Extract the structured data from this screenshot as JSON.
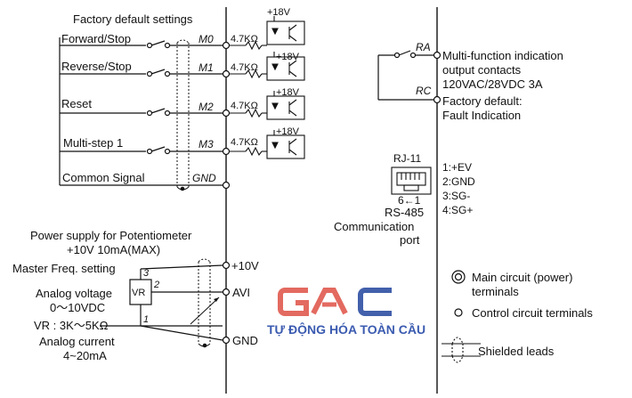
{
  "inputs": {
    "title": "Factory default settings",
    "forward": "Forward/Stop",
    "reverse": "Reverse/Stop",
    "reset": "Reset",
    "multistep": "Multi-step 1",
    "common": "Common Signal",
    "m0": "M0",
    "m1": "M1",
    "m2": "M2",
    "m3": "M3",
    "gnd": "GND",
    "resistor": "4.7KΩ",
    "supply": "+18V"
  },
  "relay": {
    "ra": "RA",
    "rc": "RC",
    "line1": "Multi-function indication",
    "line2": "output contacts",
    "line3": "120VAC/28VDC 3A",
    "line4": "Factory default:",
    "line5": "Fault Indication"
  },
  "comm": {
    "port_name": "RJ-11",
    "pins_range": "6←1",
    "pin1": "1:+EV",
    "pin2": "2:GND",
    "pin3": "3:SG-",
    "pin4": "4:SG+",
    "rs485": "RS-485",
    "comm": "Communication",
    "port": "port"
  },
  "analog": {
    "supply1": "Power supply for Potentiometer",
    "supply2": "+10V 10mA(MAX)",
    "master": "Master Freq. setting",
    "vr": "VR",
    "p1": "1",
    "p2": "2",
    "p3": "3",
    "voltage1": "Analog voltage",
    "voltage2": "0～10VDC",
    "vrrange": "VR : 3K～5KΩ",
    "current1": "Analog current",
    "current2": "4~20mA",
    "t10v": "+10V",
    "avi": "AVI",
    "gnd": "GND"
  },
  "legend": {
    "main": "Main circuit (power)",
    "main2": "terminals",
    "control": "Control circuit terminals",
    "shield": "Shielded leads"
  },
  "watermark": {
    "logo": "GAC",
    "text": "TỰ ĐỘNG HÓA TOÀN CẦU"
  },
  "colors": {
    "line": "#111111",
    "logo_red": "#e05a4f",
    "logo_blue": "#2e4fa3",
    "watermark_text": "#3b5bb0"
  }
}
